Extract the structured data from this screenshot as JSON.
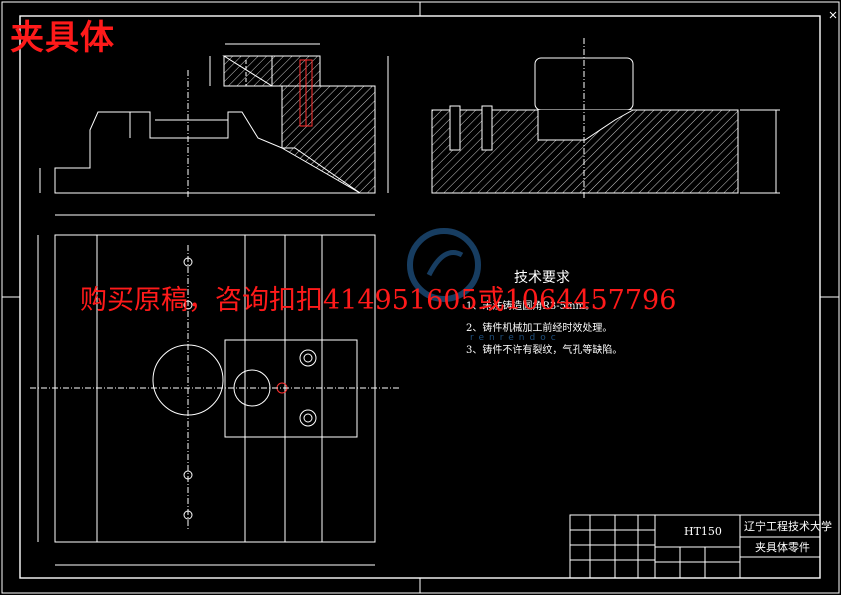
{
  "overlay": {
    "title": "夹具体",
    "ad_text": "购买原稿，咨询扣扣414951605或1064457796"
  },
  "watermark_text": "renrendoc",
  "tech_requirements": {
    "heading": "技术要求",
    "items": [
      "1、未注铸造圆角R3-5mm。",
      "2、铸件机械加工前经时效处理。",
      "3、铸件不许有裂纹，气孔等缺陷。"
    ]
  },
  "title_block": {
    "material": "HT150",
    "school": "辽宁工程技术大学",
    "part_name": "夹具体零件"
  },
  "colors": {
    "background": "#000000",
    "lines": "#ffffff",
    "red": "#ff1a1a",
    "watermark": "#2a6fb0"
  }
}
